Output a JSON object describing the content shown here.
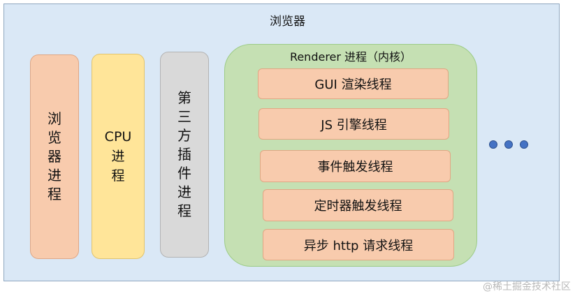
{
  "browser": {
    "title": "浏览器"
  },
  "processes": {
    "browser_process": [
      "浏",
      "览",
      "器",
      "进",
      "程"
    ],
    "cpu_process": [
      "CPU",
      "进",
      "程"
    ],
    "plugin_process": [
      "第",
      "三",
      "方",
      "插",
      "件",
      "进",
      "程"
    ]
  },
  "renderer": {
    "title": "Renderer 进程（内核）",
    "threads": [
      "GUI 渲染线程",
      "JS 引擎线程",
      "事件触发线程",
      "定时器触发线程",
      "异步 http 请求线程"
    ]
  },
  "more": {
    "icon": "ellipsis-icon"
  },
  "watermark": "@稀土掘金技术社区",
  "colors": {
    "browser_bg": "#dae8f6",
    "process_orange": "#f8cbad",
    "process_yellow": "#ffe599",
    "process_gray": "#d9d9d9",
    "renderer_green": "#c5e0b3",
    "dots_blue": "#4472c4"
  }
}
